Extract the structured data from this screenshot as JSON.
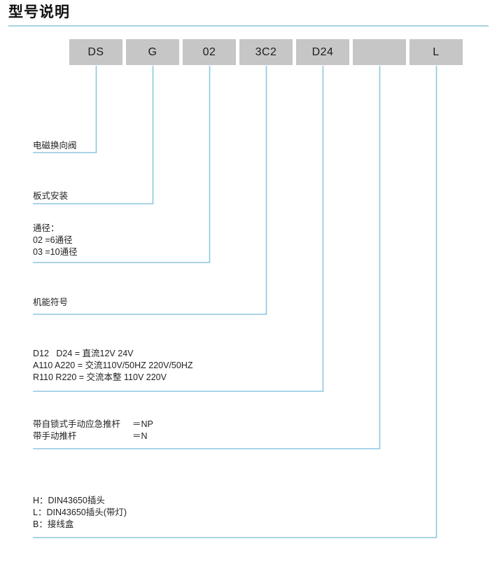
{
  "header": {
    "title": "型号说明"
  },
  "code_boxes": [
    {
      "name": "series",
      "value": "DS"
    },
    {
      "name": "mounting",
      "value": "G"
    },
    {
      "name": "size",
      "value": "02"
    },
    {
      "name": "spool",
      "value": "3C2"
    },
    {
      "name": "voltage",
      "value": "D24"
    },
    {
      "name": "override",
      "value": ""
    },
    {
      "name": "connector",
      "value": "L"
    }
  ],
  "descriptions": [
    {
      "id": "desc-1",
      "lines": [
        {
          "text": "电磁换向阀"
        }
      ]
    },
    {
      "id": "desc-2",
      "lines": [
        {
          "text": "板式安装"
        }
      ]
    },
    {
      "id": "desc-3",
      "lines": [
        {
          "text": "通径："
        },
        {
          "text": "02 =6通径"
        },
        {
          "text": "03 =10通径"
        }
      ]
    },
    {
      "id": "desc-4",
      "lines": [
        {
          "text": "机能符号"
        }
      ]
    },
    {
      "id": "desc-5",
      "lines": [
        {
          "text": "D12   D24 = 直流12V 24V"
        },
        {
          "text": "A110 A220 = 交流110V/50HZ 220V/50HZ"
        },
        {
          "text": "R110 R220 = 交流本整 110V 220V"
        }
      ]
    },
    {
      "id": "desc-6",
      "pairs": [
        {
          "key": "带自锁式手动应急推杆",
          "value": "＝NP"
        },
        {
          "key": "带手动推杆",
          "value": "＝N"
        }
      ]
    },
    {
      "id": "desc-7",
      "lines": [
        {
          "text": "H：DIN43650插头"
        },
        {
          "text": "L：DIN43650插头(带灯)"
        },
        {
          "text": "B：接线盒"
        }
      ]
    }
  ],
  "colors": {
    "box_fill": "#c6c6c6",
    "leader_line": "#8ec6e0",
    "divider": "#a8d4e6",
    "text": "#1f1f1f"
  }
}
